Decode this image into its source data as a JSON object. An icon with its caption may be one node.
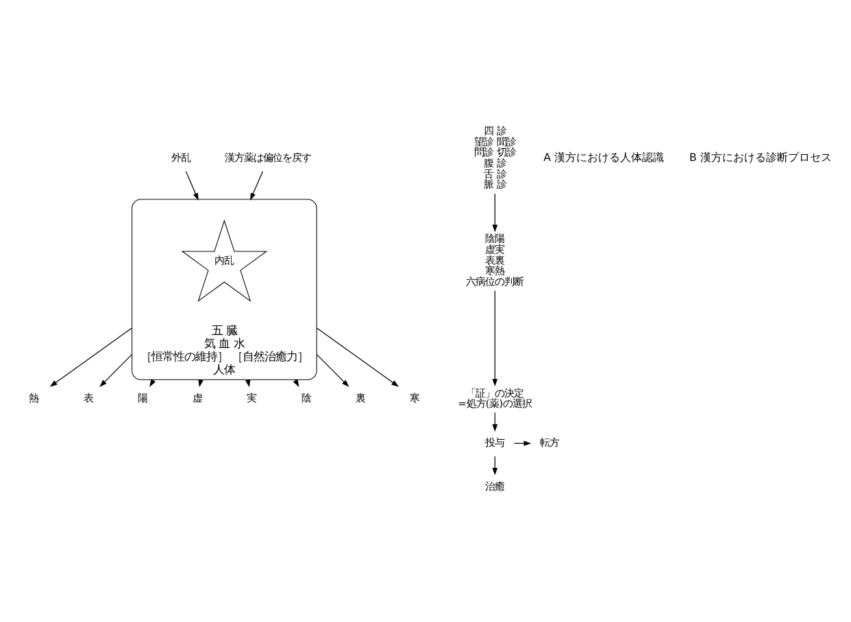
{
  "diagram": {
    "nodes": [
      {
        "text": [
          "五 臓",
          "気 血 水",
          "［恒常性の維持］ ［自然治癒力］",
          "人体"
        ]
      },
      {
        "text": [
          "内乱"
        ],
        "in": 0
      },
      {
        "text": [
          "外乱"
        ]
      },
      {
        "text": [
          "熱"
        ]
      },
      {
        "text": [
          "表"
        ]
      },
      {
        "text": [
          "陽"
        ]
      },
      {
        "text": [
          "虚"
        ]
      },
      {
        "text": [
          "実"
        ]
      },
      {
        "text": [
          "陰"
        ]
      },
      {
        "text": [
          "裏"
        ]
      },
      {
        "text": [
          "寒"
        ]
      },
      {
        "text": [
          "漢方薬は偏位を戻す"
        ]
      },
      {
        "text": [
          "四 診",
          "望診 聞診",
          "問診 切診",
          "腹 診",
          "舌 診",
          "脈 診"
        ]
      },
      {
        "text": [
          "陰陽",
          "虚実",
          "表裏",
          "寒熱",
          "六病位の判断"
        ]
      },
      {
        "text": [
          "「証」の決定",
          "=処方(薬)の選択"
        ]
      },
      {
        "text": [
          "投与"
        ]
      },
      {
        "text": [
          "転方"
        ]
      },
      {
        "text": [
          "治癒"
        ]
      }
    ],
    "edges": [
      {
        "from": 2,
        "to": 0,
        "arrow": "to"
      },
      {
        "from": 0,
        "to": 3,
        "arrow": "to"
      },
      {
        "from": 0,
        "to": 4,
        "arrow": "to"
      },
      {
        "from": 0,
        "to": 5,
        "arrow": "to"
      },
      {
        "from": 0,
        "to": 6,
        "arrow": "to"
      },
      {
        "from": 0,
        "to": 7,
        "arrow": "to"
      },
      {
        "from": 0,
        "to": 8,
        "arrow": "to"
      },
      {
        "from": 0,
        "to": 9,
        "arrow": "to"
      },
      {
        "from": 0,
        "to": 10,
        "arrow": "to"
      },
      {
        "from": 11,
        "to": 0,
        "arrow": "to"
      },
      {
        "from": 12,
        "to": 13,
        "arrow": "to"
      },
      {
        "from": 13,
        "to": 14,
        "arrow": "to"
      },
      {
        "from": 14,
        "to": 15,
        "arrow": "to"
      },
      {
        "from": 15,
        "to": 16,
        "arrow": "to"
      },
      {
        "from": 15,
        "to": 17,
        "arrow": "to"
      }
    ],
    "labels": [
      "A 漢方における人体認識",
      "B 漢方における診断プロセス"
    ]
  }
}
